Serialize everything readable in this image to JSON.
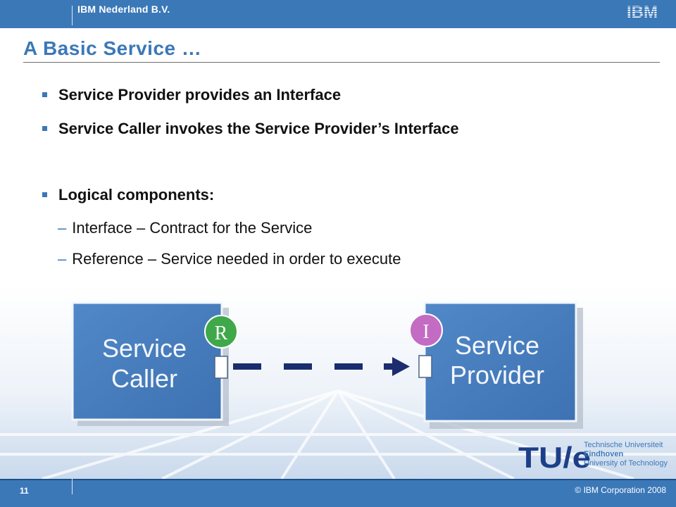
{
  "header": {
    "company": "IBM Nederland B.V.",
    "logo": "IBM"
  },
  "slide": {
    "title": "A Basic Service …",
    "bullets": [
      "Service Provider provides an Interface",
      "Service Caller invokes the Service Provider’s Interface",
      "Logical components:"
    ],
    "sub_bullets": [
      "Interface – Contract for the Service",
      "Reference – Service needed in order to execute"
    ],
    "bullet_marker_icon": "square-bullet-icon",
    "dash_marker": "–"
  },
  "diagram": {
    "caller": {
      "line1": "Service",
      "line2": "Caller",
      "badge": "R"
    },
    "provider": {
      "line1": "Service",
      "line2": "Provider",
      "badge": "I"
    }
  },
  "tue_logo": {
    "mark": "TU/e",
    "line1": "Technische Universiteit",
    "line2": "Eindhoven",
    "line3": "University of Technology"
  },
  "footer": {
    "page": "11",
    "copyright": "© IBM Corporation 2008"
  },
  "colors": {
    "brand_blue": "#3b78b8",
    "box_blue": "#4a7fc0",
    "badge_green": "#3fa84a",
    "badge_pink": "#c46bc4",
    "arrow_navy": "#1b2d6e",
    "tue_red": "#d0112b"
  }
}
